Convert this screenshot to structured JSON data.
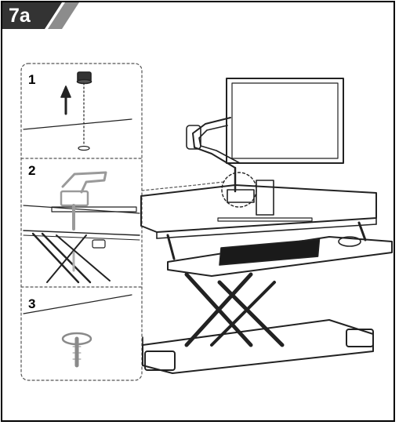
{
  "figure": {
    "tab_label": "7a",
    "steps": [
      {
        "number": "1"
      },
      {
        "number": "2"
      },
      {
        "number": "3"
      }
    ],
    "colors": {
      "tab_bg": "#333333",
      "tab_slash": "#888888",
      "line": "#222222",
      "grey_part": "#9a9a9a"
    }
  }
}
